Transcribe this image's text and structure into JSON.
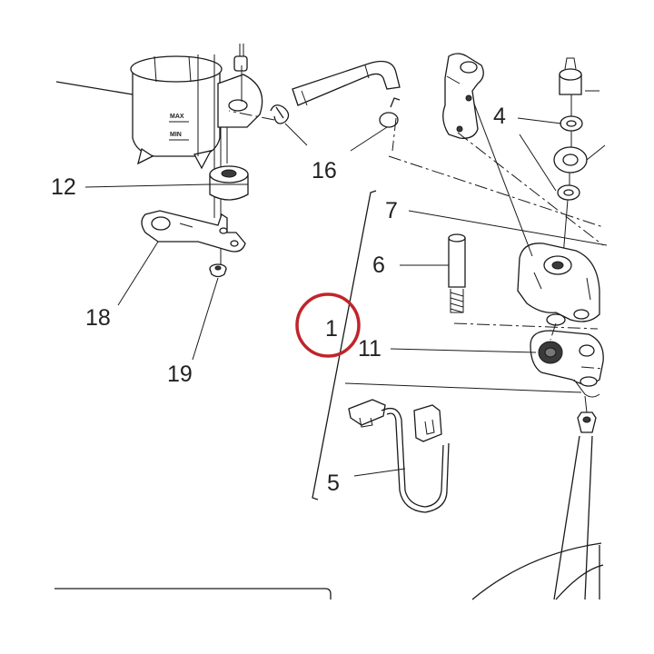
{
  "reservoir": {
    "max_mark": "MAX",
    "min_mark": "MIN"
  },
  "labels": {
    "l1": "1",
    "l4": "4",
    "l5": "5",
    "l6": "6",
    "l7": "7",
    "l11": "11",
    "l12": "12",
    "l16": "16",
    "l18": "18",
    "l19": "19"
  },
  "colors": {
    "ink": "#1a1a1a",
    "highlight_circle": "#c0242b"
  }
}
